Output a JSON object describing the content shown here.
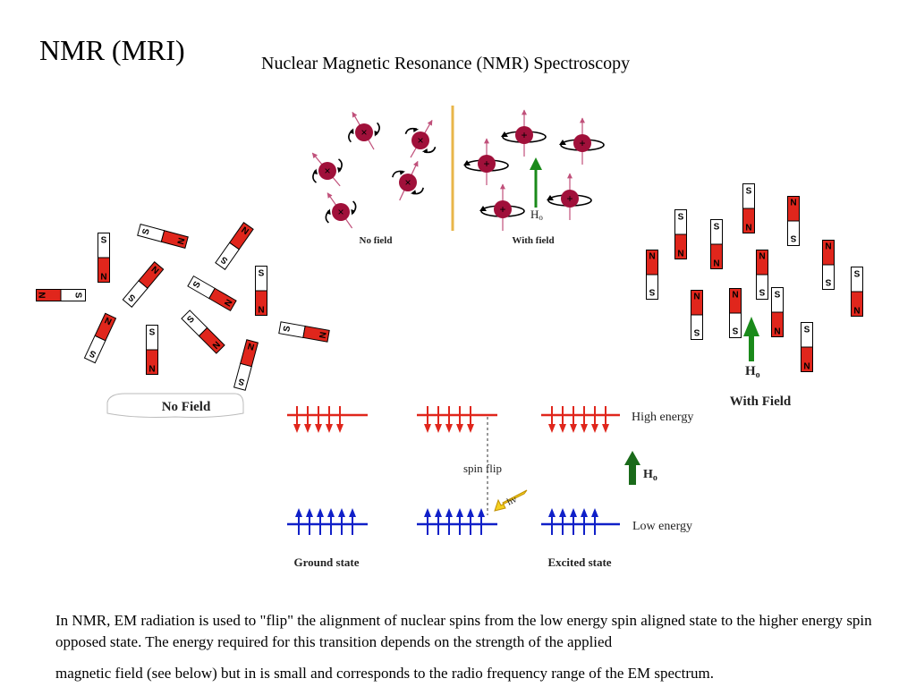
{
  "slide": {
    "title": "NMR (MRI)",
    "subtitle": "Nuclear Magnetic Resonance (NMR) Spectroscopy"
  },
  "spin_figure": {
    "no_field_label": "No field",
    "with_field_label": "With field",
    "field_label": "H",
    "field_label_sub": "o",
    "spin_symbol": "+",
    "colors": {
      "nucleus": "#a0103a",
      "divider": "#e8b64a",
      "field_arrow": "#1a8a1a"
    }
  },
  "magnet_figure": {
    "no_field_label": "No Field",
    "with_field_label": "With Field",
    "field_label": "H",
    "field_label_sub": "o",
    "pole_north": "N",
    "pole_south": "S",
    "colors": {
      "north": "#e0261c",
      "south": "#ffffff",
      "field_arrow": "#1a8a1a"
    }
  },
  "energy_diagram": {
    "high_energy_label": "High energy",
    "low_energy_label": "Low energy",
    "ground_state_label": "Ground state",
    "excited_state_label": "Excited state",
    "spin_flip_label": "spin flip",
    "photon_label": "hν",
    "field_label": "H",
    "field_label_sub": "o",
    "colors": {
      "high": "#e0261c",
      "low": "#1020c8",
      "photon": "#f5d020",
      "field_arrow": "#1a6a1a"
    }
  },
  "caption": {
    "line1": "In NMR, EM radiation is used to \"flip\" the alignment of nuclear spins from the low energy spin aligned state to the higher energy spin opposed state. The energy required for this transition depends on the strength of the applied",
    "line2": "magnetic field (see below) but in is small and corresponds to the radio frequency range of the EM spectrum."
  }
}
